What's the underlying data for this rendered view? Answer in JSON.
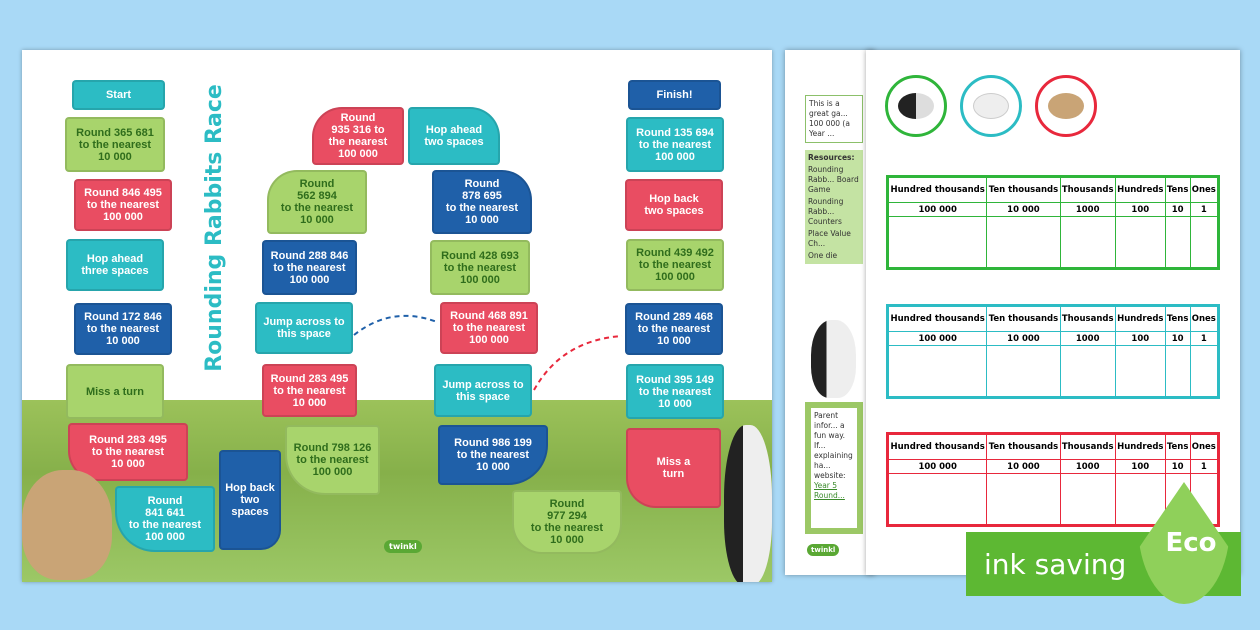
{
  "board": {
    "title": "Rounding Rabbits Race",
    "start": "Start",
    "finish": "Finish!",
    "left_column": [
      "Round 365 681\nto the nearest\n10 000",
      "Round 846 495\nto the nearest\n100 000",
      "Hop ahead\nthree spaces",
      "Round 172 846\nto the nearest\n10 000",
      "Miss a turn"
    ],
    "bottom_left": [
      "Round 283 495\nto the nearest\n10 000",
      "Round\n841 641\nto the nearest\n100 000",
      "Hop back\ntwo spaces",
      "Round 798 126\nto the nearest\n100 000"
    ],
    "middle_left": [
      "Round 288 846\nto the nearest\n100 000",
      "Jump across to\nthis space",
      "Round 283 495\nto the nearest\n10 000"
    ],
    "arc": [
      "Round\n562 894\nto the nearest\n10 000",
      "Round\n935 316 to\nthe nearest\n100 000",
      "Hop ahead\ntwo spaces",
      "Round\n878 695\nto the nearest\n10 000"
    ],
    "middle_right": [
      "Round 428 693\nto the nearest\n100 000",
      "Round 468 891\nto the nearest\n100 000",
      "Jump across to\nthis space"
    ],
    "bottom_right": [
      "Round 986 199\nto the nearest\n10 000",
      "Round\n977 294\nto the nearest\n10 000",
      "Miss a\nturn"
    ],
    "right_column": [
      "Round 135 694\nto the nearest\n100 000",
      "Hop back\ntwo spaces",
      "Round 439 492\nto the nearest\n100 000",
      "Round 289 468\nto the nearest\n10 000",
      "Round 395 149\nto the nearest\n10 000"
    ],
    "logo": "twinkl"
  },
  "instructions": {
    "intro": "This is a great ga... 100 000 (a Year ...",
    "resources_title": "Resources:",
    "resources": [
      "Rounding Rabb... Board Game",
      "Rounding Rabb... Counters",
      "Place Value Ch...",
      "One die"
    ],
    "parent_info": "Parent infor... a fun way. If... explaining ha... website:",
    "link": "Year 5 Round...",
    "logo": "twinkl"
  },
  "place_value_charts": {
    "headers": [
      "Hundred thousands",
      "Ten thousands",
      "Thousands",
      "Hundreds",
      "Tens",
      "Ones"
    ],
    "values": [
      "100 000",
      "10 000",
      "1000",
      "100",
      "10",
      "1"
    ],
    "colors": [
      "#2fb53a",
      "#2cbcc4",
      "#e8283c"
    ]
  },
  "counter_colors": [
    "#2fb53a",
    "#2cbcc4",
    "#e8283c"
  ],
  "eco": {
    "label": "ink saving",
    "badge": "Eco",
    "color": "#5db833"
  }
}
